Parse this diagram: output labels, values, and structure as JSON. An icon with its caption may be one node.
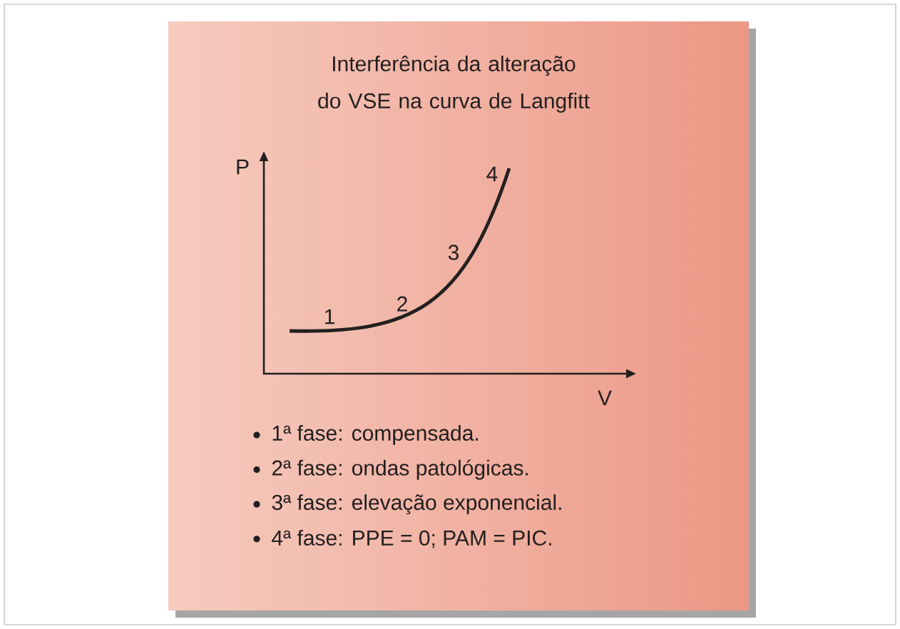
{
  "diagram": {
    "title": "Interferência da alteração do VSE na curva de Langfitt",
    "labels": [
      "P",
      "4",
      "3",
      "2",
      "1",
      "V",
      "1ª fase: compensada.",
      "2ª fase: ondas patológicas.",
      "3ª fase: elevação exponencial.",
      "4ª fase: PPE = 0; PAM = PIC."
    ]
  }
}
